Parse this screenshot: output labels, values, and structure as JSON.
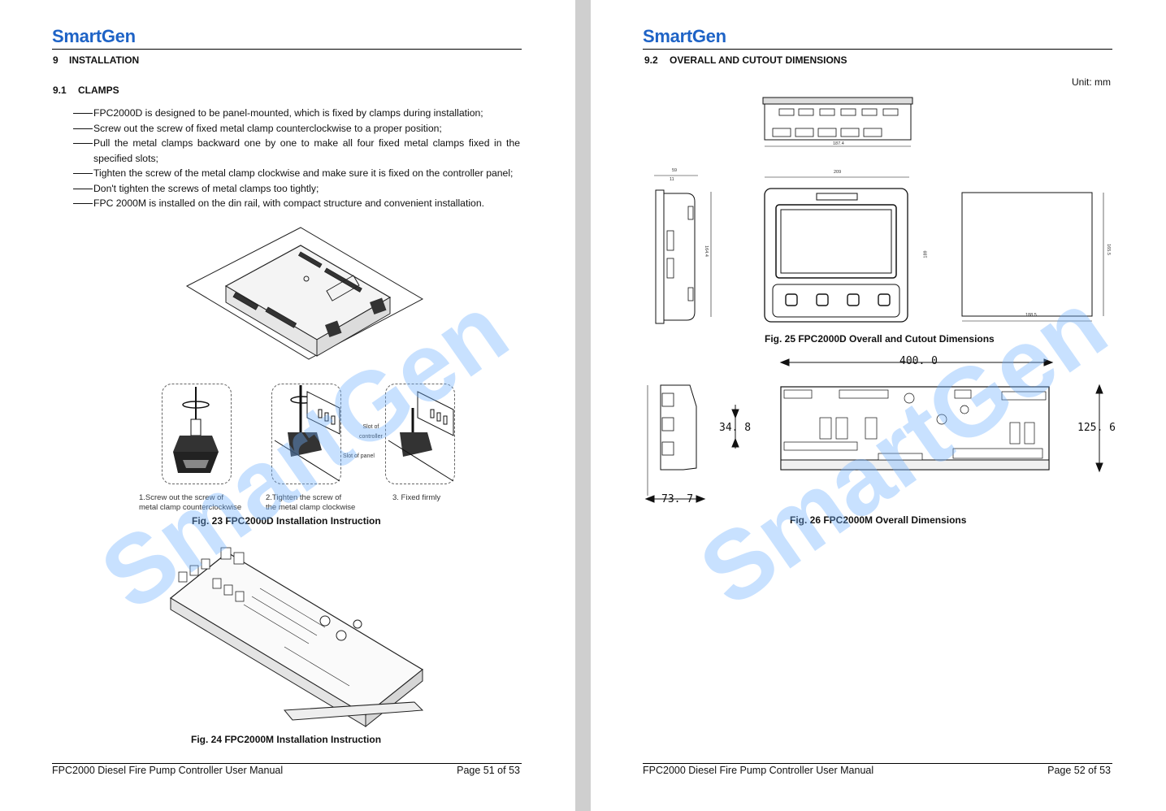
{
  "brand": "SmartGen",
  "accent_color": "#1e63c6",
  "watermark_color": "#6eafff",
  "left_page": {
    "section": {
      "number": "9",
      "title": "INSTALLATION"
    },
    "subsection": {
      "number": "9.1",
      "title": "CLAMPS"
    },
    "bullets": [
      "FPC2000D is designed to be panel-mounted, which is fixed by clamps during installation;",
      "Screw out the screw of fixed metal clamp counterclockwise to a proper position;",
      "Pull the metal clamps backward one by one to make all four fixed metal clamps fixed in the specified slots;",
      "Tighten the screw of the metal clamp clockwise and make sure it is fixed on the controller panel;",
      "Don't tighten the screws of metal clamps too tightly;",
      "FPC 2000M is installed on the din rail, with compact structure and convenient installation."
    ],
    "steps": {
      "step1_line1": "1.Screw out the screw of",
      "step1_line2": "metal clamp counterclockwise",
      "step2_line1": "2.Tighten the screw of",
      "step2_line2": "the metal clamp clockwise",
      "step3": "3. Fixed firmly",
      "slot_controller_1": "Slot of",
      "slot_controller_2": "controller",
      "slot_panel": "Slot of panel"
    },
    "fig23": "Fig. 23 FPC2000D Installation Instruction",
    "fig24": "Fig. 24 FPC2000M Installation Instruction",
    "footer_title": "FPC2000 Diesel Fire Pump Controller User Manual",
    "footer_page": "Page  51  of  53"
  },
  "right_page": {
    "section": {
      "number": "9.2",
      "title": "OVERALL AND CUTOUT DIMENSIONS"
    },
    "unit": "Unit: mm",
    "dims_fig25": {
      "top_width": "187.4",
      "side_depth": "59",
      "side_depth2": "11",
      "side_height": "164.4",
      "front_width": "209",
      "front_height": "189",
      "cutout_width": "188.5",
      "cutout_height": "165.5"
    },
    "fig25": "Fig. 25 FPC2000D Overall and Cutout Dimensions",
    "dims_fig26": {
      "width": "400. 0",
      "depth": "34. 8",
      "height": "125. 6",
      "side_depth": "73. 7"
    },
    "fig26": "Fig. 26 FPC2000M Overall Dimensions",
    "footer_title": "FPC2000 Diesel Fire Pump Controller User Manual",
    "footer_page": "Page  52  of  53"
  }
}
